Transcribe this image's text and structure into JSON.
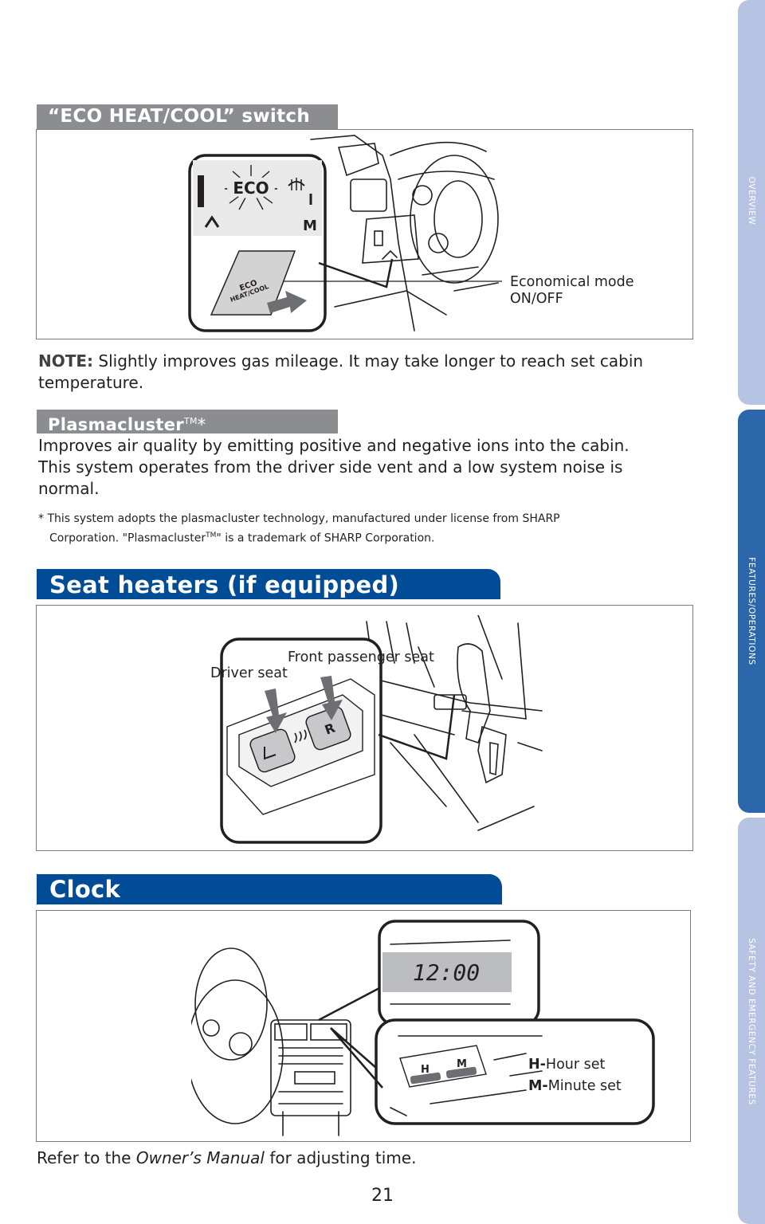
{
  "side_tabs": [
    {
      "label": "OVERVIEW",
      "color": "#b7c3e2"
    },
    {
      "label": "FEATURES/OPERATIONS",
      "color": "#2b67aa"
    },
    {
      "label": "SAFETY AND EMERGENCY FEATURES",
      "color": "#b7c3e2"
    }
  ],
  "eco": {
    "heading": "“ECO HEAT/COOL” switch",
    "callout_line1": "Economical mode",
    "callout_line2": "ON/OFF",
    "inset_eco": "ECO",
    "inset_m": "M",
    "note_label": "NOTE:",
    "note_text": " Slightly improves gas mileage. It may take longer to reach set cabin",
    "note_text2": "temperature."
  },
  "plasma": {
    "heading": "Plasmacluster",
    "heading_tm": "TM",
    "heading_star": "*",
    "body_line1": "Improves air quality by emitting positive and negative ions into the cabin.",
    "body_line2": "This system operates from the driver side vent and a low system noise is",
    "body_line3": "normal.",
    "foot_line1": "* This system adopts the plasmacluster technology, manufactured under license from SHARP",
    "foot_line2a": "Corporation. \"Plasmacluster",
    "foot_tm": "TM",
    "foot_line2b": "\" is a trademark of SHARP Corporation."
  },
  "seat": {
    "heading": "Seat heaters (if equipped)",
    "label_passenger": "Front passenger seat",
    "label_driver": "Driver seat",
    "btn_r": "R"
  },
  "clock": {
    "heading": "Clock",
    "display": "12:00",
    "h_key": "H-",
    "h_text": "Hour set",
    "m_key": "M-",
    "m_text": "Minute set",
    "btn_h": "H",
    "btn_m": "M",
    "refer_a": "Refer to the ",
    "refer_italic": "Owner’s Manual",
    "refer_b": " for adjusting time."
  },
  "page_number": "21"
}
